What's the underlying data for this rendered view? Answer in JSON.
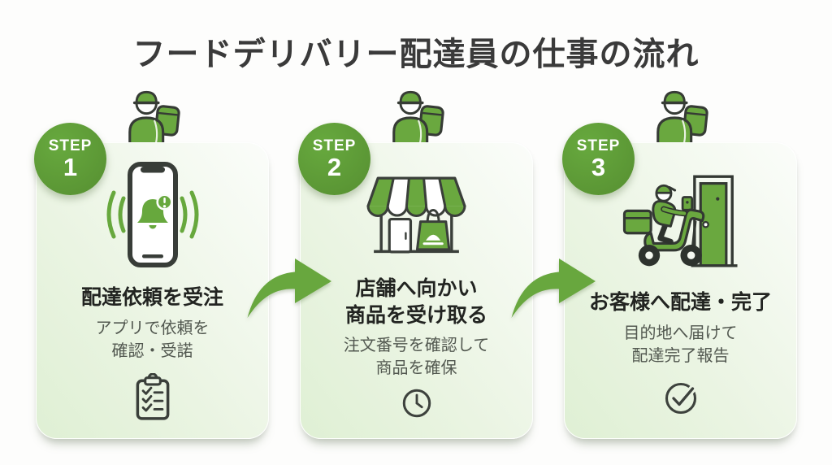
{
  "title": "フードデリバリー配達員の仕事の流れ",
  "colors": {
    "primary_green": "#5d9c36",
    "icon_green": "#6aa83f",
    "arrow_green": "#68a73e",
    "outline_dark": "#363b35",
    "title_text": "#3a3a3a",
    "subtitle_text": "#525850",
    "card_gradient_start": "#dff0d4",
    "card_gradient_end": "#fbfdfa"
  },
  "steps": [
    {
      "badge_label": "STEP",
      "badge_number": "1",
      "person_icon": "delivery-person-icon",
      "main_icon": "phone-notification-icon",
      "title": "配達依頼を受注",
      "title_line2": "",
      "subtitle_line1": "アプリで依頼を",
      "subtitle_line2": "確認・受諾",
      "footer_icon": "checklist-clipboard-icon"
    },
    {
      "badge_label": "STEP",
      "badge_number": "2",
      "person_icon": "delivery-person-icon",
      "main_icon": "storefront-icon",
      "title": "店舗へ向かい",
      "title_line2": "商品を受け取る",
      "subtitle_line1": "注文番号を確認して",
      "subtitle_line2": "商品を確保",
      "footer_icon": "clock-icon"
    },
    {
      "badge_label": "STEP",
      "badge_number": "3",
      "person_icon": "delivery-person-icon",
      "main_icon": "scooter-delivery-icon",
      "title": "お客様へ配達・完了",
      "title_line2": "",
      "subtitle_line1": "目的地へ届けて",
      "subtitle_line2": "配達完了報告",
      "footer_icon": "check-circle-icon"
    }
  ]
}
